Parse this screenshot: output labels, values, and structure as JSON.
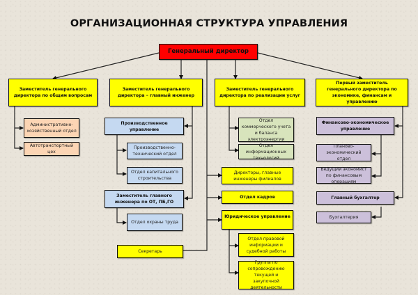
{
  "title": "ОРГАНИЗАЦИОННАЯ СТРУКТУРА УПРАВЛЕНИЯ",
  "colors": {
    "director": "#ff0000",
    "deputy": "#ffff00",
    "general_branch": "#fcd5b4",
    "engineering_branch": "#c5d9f1",
    "sales_branch": "#d8e4bc",
    "finance_branch": "#ccc0da"
  },
  "general_director": "Генеральный директор",
  "deputies": [
    "Заместитель генерального директора по общим вопросам",
    "Заместитель генерального директора – главный инженер",
    "Заместитель генерального директора по реализации услуг",
    "Первый заместитель генерального директора по экономике, финансам и управлению"
  ],
  "general_affairs": [
    "Административно-хозяйственный отдел",
    "Автотранспортный цех"
  ],
  "engineering": {
    "production_management": "Производственное управление",
    "production_units": [
      "Производственно-технический отдел",
      "Отдел капитального строительства"
    ],
    "deputy_chief_engineer": "Заместитель главного инженера по ОТ, ПБ,ГО",
    "safety_units": [
      "Отдел охраны труда"
    ]
  },
  "sales": [
    "Отдел коммерческого учета и баланса электроэнергии",
    "Отдел информационных технологий"
  ],
  "direct_reports": {
    "branches": "Директоры, главные инженеры филиалов",
    "hr": "Отдел кадров",
    "legal": "Юридическое управление",
    "secretary": "Секретарь"
  },
  "legal_units": [
    "Отдел правовой информации и судебной работы",
    "Группа по сопровождению текущей и закупочной деятельности"
  ],
  "finance": {
    "fin_management": "Финансово-экономическое управление",
    "fin_units": [
      "Планово-экономический отдел",
      "Ведущий экономист по финансовым операциям"
    ],
    "chief_accountant": "Главный бухгалтер",
    "accounting_units": [
      "Бухгалтерия"
    ]
  }
}
